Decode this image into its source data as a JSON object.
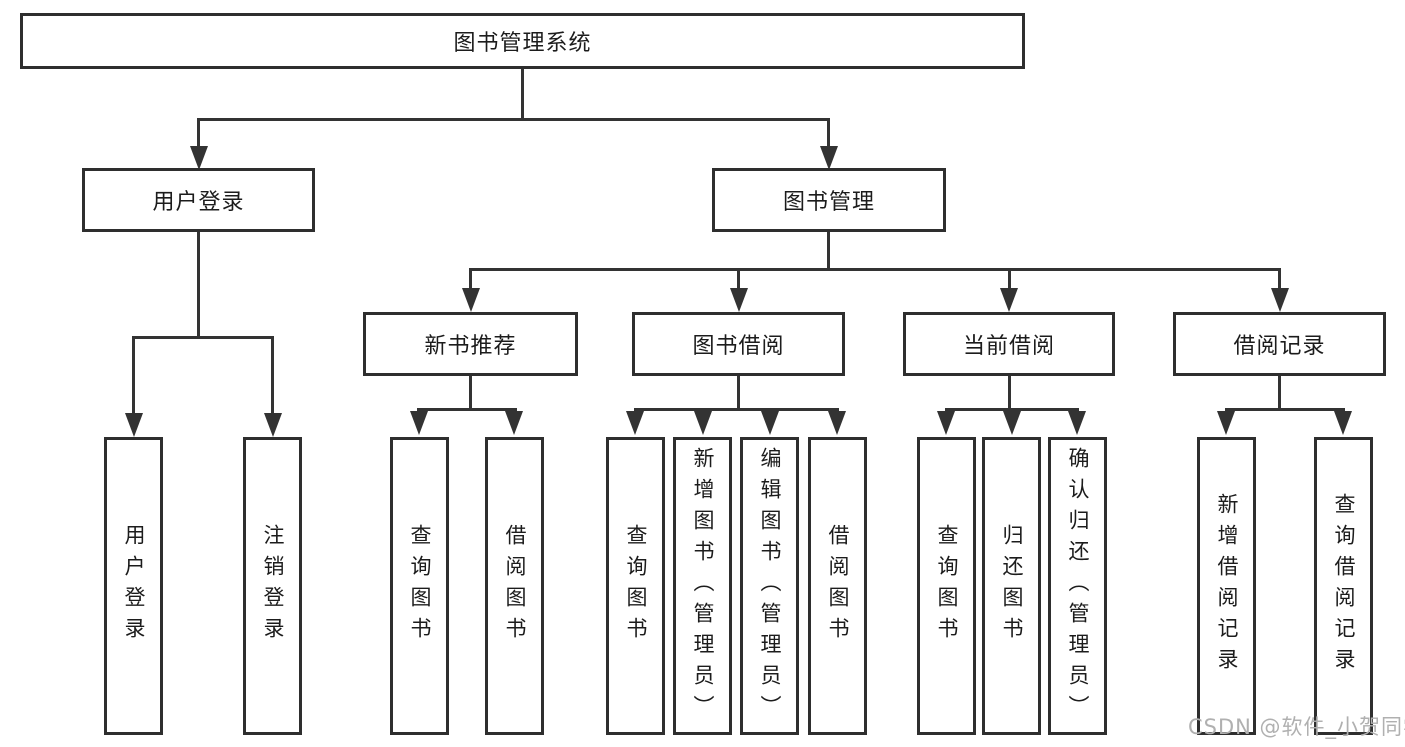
{
  "diagram": {
    "root": {
      "label": "图书管理系统"
    },
    "branches": [
      {
        "label": "用户登录",
        "children": [
          {
            "label": "用户登录"
          },
          {
            "label": "注销登录"
          }
        ]
      },
      {
        "label": "图书管理",
        "children": [
          {
            "label": "新书推荐",
            "children": [
              {
                "label": "查询图书"
              },
              {
                "label": "借阅图书"
              }
            ]
          },
          {
            "label": "图书借阅",
            "children": [
              {
                "label": "查询图书"
              },
              {
                "label": "新增图书（管理员）"
              },
              {
                "label": "编辑图书（管理员）"
              },
              {
                "label": "借阅图书"
              }
            ]
          },
          {
            "label": "当前借阅",
            "children": [
              {
                "label": "查询图书"
              },
              {
                "label": "归还图书"
              },
              {
                "label": "确认归还（管理员）"
              }
            ]
          },
          {
            "label": "借阅记录",
            "children": [
              {
                "label": "新增借阅记录"
              },
              {
                "label": "查询借阅记录"
              }
            ]
          }
        ]
      }
    ]
  },
  "watermark": "CSDN @软件_小贺同学",
  "colors": {
    "line": "#333333",
    "box_border": "#2e2e2e",
    "text": "#1c1c1c",
    "watermark": "#b0b0b0",
    "background": "#ffffff"
  }
}
